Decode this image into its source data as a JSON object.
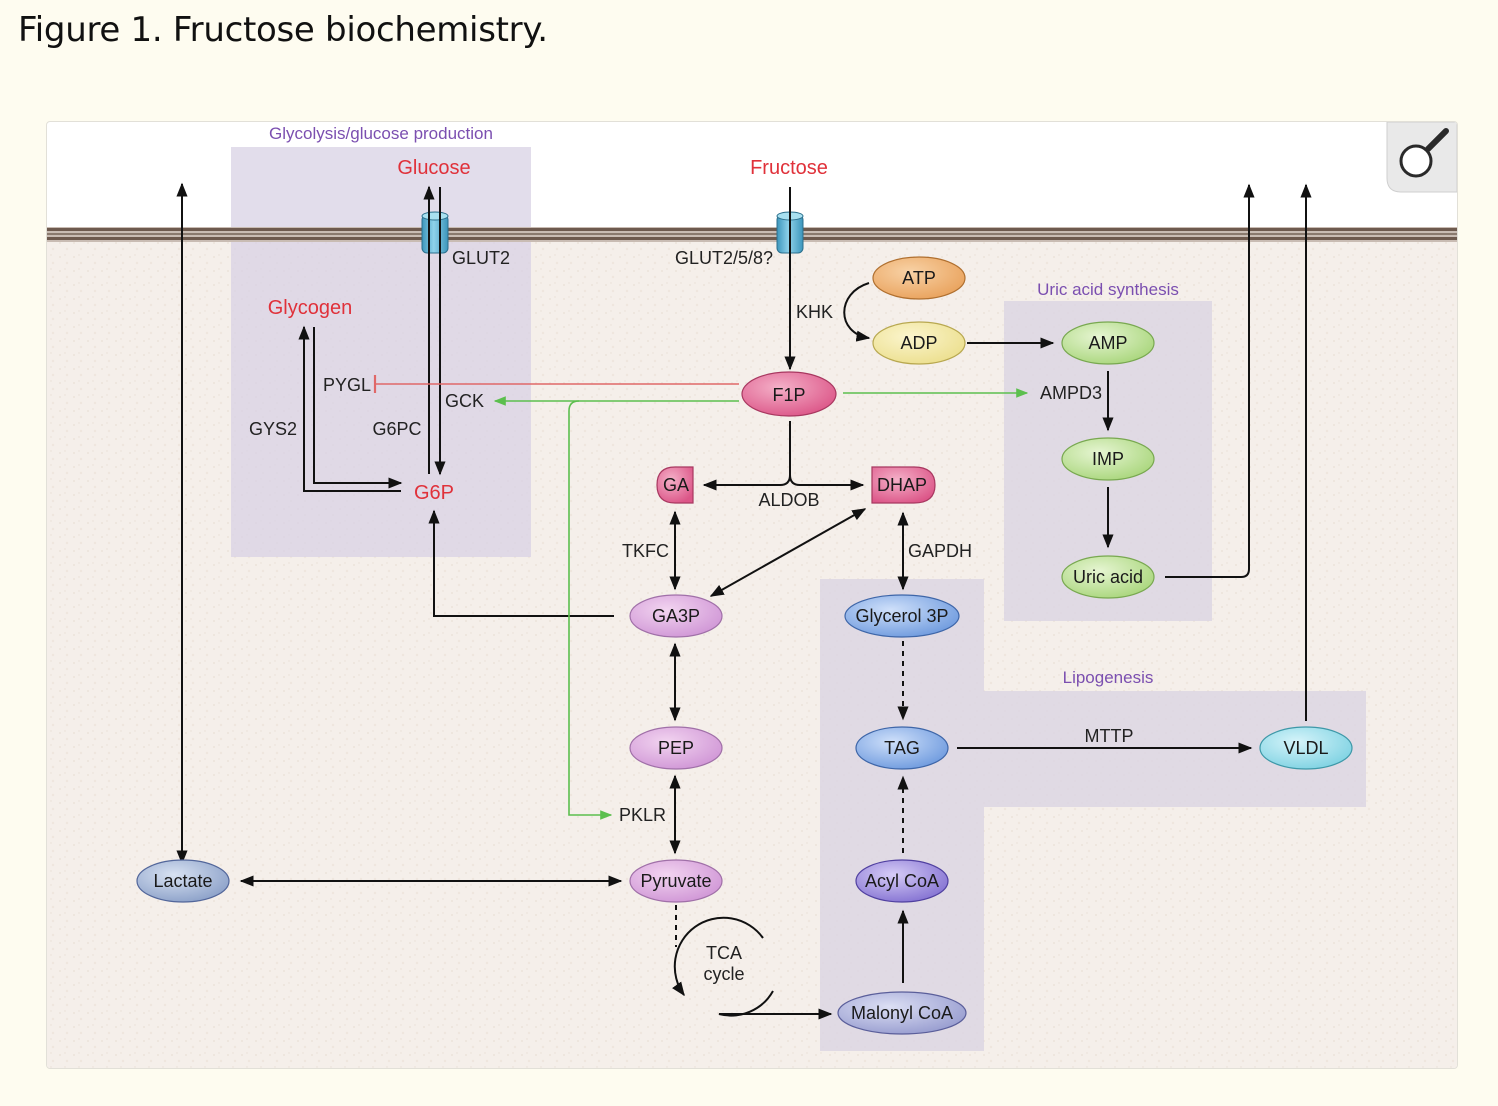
{
  "figure": {
    "title": "Figure 1. Fructose biochemistry."
  },
  "sections": {
    "glycolysis": "Glycolysis/glucose production",
    "uric_acid": "Uric acid synthesis",
    "lipogenesis": "Lipogenesis"
  },
  "metabolites": {
    "glucose": "Glucose",
    "fructose": "Fructose",
    "glycogen": "Glycogen",
    "g6p": "G6P"
  },
  "enzymes": {
    "glut2": "GLUT2",
    "glut258": "GLUT2/5/8?",
    "khk": "KHK",
    "pygl": "PYGL",
    "gck": "GCK",
    "gys2": "GYS2",
    "g6pc": "G6PC",
    "aldob": "ALDOB",
    "tkfc": "TKFC",
    "gapdh": "GAPDH",
    "pklr": "PKLR",
    "ampd3": "AMPD3",
    "mttp": "MTTP"
  },
  "nodes": {
    "atp": "ATP",
    "adp": "ADP",
    "amp": "AMP",
    "imp": "IMP",
    "uric_acid": "Uric acid",
    "f1p": "F1P",
    "ga": "GA",
    "dhap": "DHAP",
    "ga3p": "GA3P",
    "glycerol3p": "Glycerol 3P",
    "pep": "PEP",
    "tag": "TAG",
    "vldl": "VLDL",
    "lactate": "Lactate",
    "pyruvate": "Pyruvate",
    "acyl_coa": "Acyl CoA",
    "malonyl_coa": "Malonyl CoA"
  },
  "tca": {
    "line1": "TCA",
    "line2": "cycle"
  },
  "colors": {
    "membrane": "#6e5a4e",
    "transporter": "#5ab4d4",
    "inhibition": "#e06868",
    "activation": "#5cbf4e",
    "region": "#dcd6e6",
    "atp": "#e9a25c",
    "adp": "#ecdf8e",
    "nucleotide": "#b6dd8e",
    "f1p": "#e2608e",
    "triose": "#d8a0d8",
    "lipid": "#7aa4e0",
    "vldl": "#86d8e6",
    "lactate": "#8fa6cc",
    "acyl": "#8c7ad6",
    "malonyl": "#9ea4d4"
  },
  "icons": {
    "zoom": "magnifier-icon"
  }
}
